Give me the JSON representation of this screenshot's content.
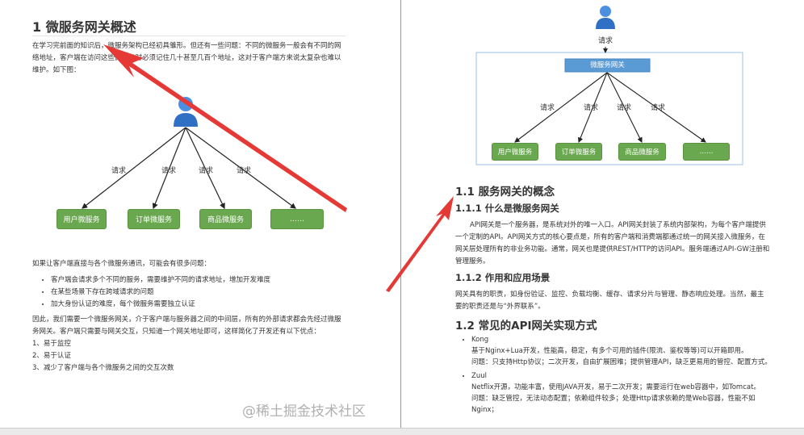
{
  "left": {
    "title": "1 微服务网关概述",
    "intro": "在学习完前面的知识后，微服务架构已经初具雏形。但还有一些问题：不同的微服务一般会有不同的网络地址，客户端在访问这些微服务时必须记住几十甚至几百个地址，这对于客户端方来说太复杂也难以维护。如下图：",
    "diagram": {
      "request": "请求",
      "services": [
        "用户微服务",
        "订单微服务",
        "商品微服务",
        "……"
      ]
    },
    "problems_intro": "如果让客户端直接与各个微服务通讯，可能会有很多问题：",
    "problems": [
      "客户端会请求多个不同的服务，需要维护不同的请求地址，增加开发难度",
      "在某些场景下存在跨域请求的问题",
      "加大身份认证的难度，每个微服务需要独立认证"
    ],
    "conclusion": "因此，我们需要一个微服务网关，介于客户端与服务器之间的中间层，所有的外部请求都会先经过微服务网关。客户端只需要与网关交互，只知道一个网关地址即可，这样简化了开发还有以下优点：",
    "advantages": [
      "1、易于监控",
      "2、易于认证",
      "3、减少了客户端与各个微服务之间的交互次数"
    ]
  },
  "right": {
    "diagram": {
      "request": "请求",
      "gateway": "微服务网关",
      "services": [
        "用户微服务",
        "订单微服务",
        "商品微服务",
        "……"
      ]
    },
    "h2_1": "1.1 服务网关的概念",
    "h3_1": "1.1.1 什么是微服务网关",
    "p1": "API网关是一个服务器，是系统对外的唯一入口。API网关封装了系统内部架构，为每个客户端提供一个定制的API。API网关方式的核心要点是，所有的客户端和消费端都通过统一的网关接入微服务，在网关层处理所有的非业务功能。通常，网关也是提供REST/HTTP的访问API。服务端通过API-GW注册和管理服务。",
    "h3_2": "1.1.2 作用和应用场景",
    "p2": "网关具有的职责，如身份验证、监控、负载均衡、缓存、请求分片与管理、静态响应处理。当然，最主要的职责还是与“外界联系”。",
    "h2_2": "1.2 常见的API网关实现方式",
    "impls": [
      {
        "name": "Kong",
        "desc": "基于Nginx+Lua开发，性能高，稳定，有多个可用的插件(限流、鉴权等等)可以开箱即用。",
        "issue": "问题：只支持Http协议；二次开发，自由扩展困难；提供管理API，缺乏更易用的管控、配置方式。"
      },
      {
        "name": "Zuul",
        "desc": "Netflix开源，功能丰富，使用JAVA开发，易于二次开发；需要运行在web容器中，如Tomcat。",
        "issue": "问题：缺乏管控，无法动态配置；依赖组件较多；处理Http请求依赖的是Web容器，性能不如Nginx；"
      }
    ]
  },
  "watermark": "@稀土掘金技术社区",
  "colors": {
    "arrow": "#e53935",
    "service": "#6aa84f",
    "gateway": "#5b9bd5"
  }
}
